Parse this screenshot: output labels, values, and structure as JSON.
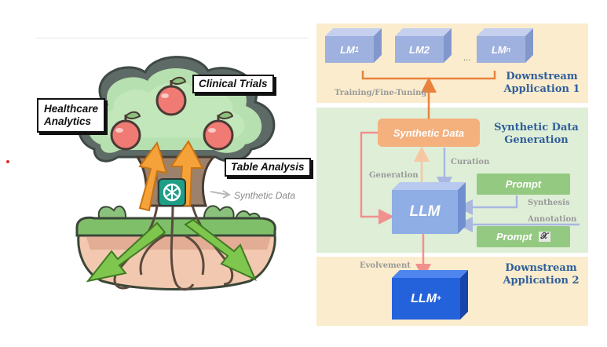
{
  "tree": {
    "labels": {
      "healthcare": "Healthcare\nAnalytics",
      "clinical": "Clinical Trials",
      "table": "Table Analysis",
      "synthetic": "Synthetic Data"
    },
    "icon": "openai-logo-icon"
  },
  "flow": {
    "lm_boxes": [
      "LM1",
      "LM2",
      "LMn"
    ],
    "lm1_main": "LM",
    "lm1_sub": "1",
    "lmn_main": "LM",
    "lmn_sub": "n",
    "ellipsis": "...",
    "downstream1": "Downstream\nApplication 1",
    "training": "Training/Fine-Tuning",
    "synthetic_data_box": "Synthetic Data",
    "synthetic_generation": "Synthetic Data\nGeneration",
    "generation": "Generation",
    "curation": "Curation",
    "prompt1": "Prompt",
    "synthesis": "Synthesis",
    "annotation": "Annotation",
    "prompt2": "Prompt",
    "prompt2_symbol": "𝒳",
    "llm": "LLM",
    "evolvement": "Evolvement",
    "downstream2": "Downstream\nApplication 2",
    "llm_plus_main": "LLM",
    "llm_plus_sup": "+"
  },
  "colors": {
    "panel_yellow": "#fbeccd",
    "panel_green": "#dfeed7",
    "orange_arrow": "#e8823c",
    "pink_arrow": "#f0918f",
    "blue_arrow": "#9fb1de",
    "title_blue": "#2f5f9a"
  }
}
